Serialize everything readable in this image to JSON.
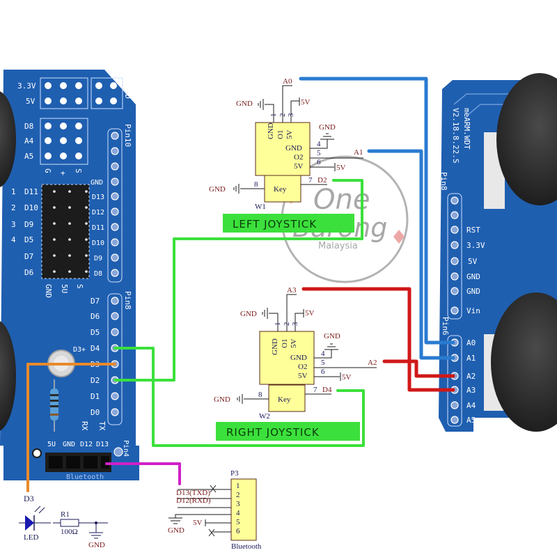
{
  "left_board": {
    "power_header_labels": [
      "3.3V",
      "5V"
    ],
    "gnd_label": "GND",
    "servo_rows": [
      "D8",
      "A4",
      "A5"
    ],
    "servo_cols": [
      "G",
      "+",
      "S"
    ],
    "numbered_rows": [
      {
        "num": "1",
        "pin": "D11"
      },
      {
        "num": "2",
        "pin": "D10"
      },
      {
        "num": "3",
        "pin": "D9"
      },
      {
        "num": "4",
        "pin": "D5"
      },
      {
        "num": "",
        "pin": "D7"
      },
      {
        "num": "",
        "pin": "D6"
      }
    ],
    "header_cols": [
      "GND",
      "5U",
      "S"
    ],
    "pin_header_top": [
      "GND",
      "D13",
      "D12",
      "D11",
      "D10",
      "D9",
      "D8"
    ],
    "pin_header_top_title": "Pin10",
    "pin_header_bottom": [
      "D7",
      "D6",
      "D5",
      "D4",
      "D3",
      "D2",
      "D1",
      "D0"
    ],
    "pin_header_bottom_title": "Pin8",
    "led_label": "D3+",
    "bt_header_labels": [
      "5U",
      "GND",
      "D12",
      "D13"
    ],
    "bt_rx_tx": [
      "RX",
      "TX"
    ],
    "bt_title": "Bluetooth",
    "pin_bt_title": "Pin4"
  },
  "right_board": {
    "silkscreen": [
      "meARM.WDT",
      "V2.18.8.22.S"
    ],
    "power_pin_title": "Pin8",
    "power_pins": [
      "",
      "",
      "RST",
      "3.3V",
      "5V",
      "GND",
      "GND",
      "Vin"
    ],
    "analog_pin_title": "Pin6",
    "analog_pins": [
      "A0",
      "A1",
      "A2",
      "A3",
      "A4",
      "A5"
    ]
  },
  "left_joystick": {
    "designator": "W1",
    "top_pins": [
      {
        "num": "1",
        "name": "GND"
      },
      {
        "num": "2",
        "name": "O1"
      },
      {
        "num": "3",
        "name": "5V"
      }
    ],
    "right_pins": [
      {
        "num": "4",
        "name": "GND"
      },
      {
        "num": "5",
        "name": "O2"
      },
      {
        "num": "6",
        "name": "5V"
      }
    ],
    "key_label": "Key",
    "key_pins": [
      {
        "num": "7",
        "net": "D2"
      },
      {
        "num": "8",
        "net": "GND"
      }
    ],
    "net_o1": "A0",
    "net_o2": "A1",
    "gnd": "GND",
    "vcc": "5V",
    "banner": "LEFT JOYSTICK"
  },
  "right_joystick": {
    "designator": "W2",
    "top_pins": [
      {
        "num": "1",
        "name": "GND"
      },
      {
        "num": "2",
        "name": "O1"
      },
      {
        "num": "3",
        "name": "5V"
      }
    ],
    "right_pins": [
      {
        "num": "4",
        "name": "GND"
      },
      {
        "num": "5",
        "name": "O2"
      },
      {
        "num": "6",
        "name": "5V"
      }
    ],
    "key_label": "Key",
    "key_pins": [
      {
        "num": "7",
        "net": "D4"
      },
      {
        "num": "8",
        "net": "GND"
      }
    ],
    "net_o1": "A3",
    "net_o2": "A2",
    "gnd": "GND",
    "vcc": "5V",
    "banner": "RIGHT JOYSTICK"
  },
  "led_circuit": {
    "net": "D3",
    "led_label": "LED",
    "resistor_ref": "R1",
    "resistor_value": "100Ω",
    "gnd": "GND"
  },
  "bluetooth_connector": {
    "ref": "P3",
    "name": "Bluetooth",
    "pins": [
      "1",
      "2",
      "3",
      "4",
      "5",
      "6"
    ],
    "nets": [
      "D13(TXD)",
      "D12(RXD)",
      "",
      "GND",
      "5V",
      ""
    ]
  },
  "watermark": {
    "line1": "One",
    "line2": "Barong",
    "line3": "Malaysia"
  },
  "colors": {
    "pcb_blue": "#1f5fb0",
    "wire_blue": "#2a7bd0",
    "wire_red": "#d01818",
    "wire_green": "#3ce03c",
    "wire_orange": "#e88a2a",
    "wire_magenta": "#d020c8",
    "component_fill": "#ffff99",
    "banner_green": "#3ce03c"
  }
}
